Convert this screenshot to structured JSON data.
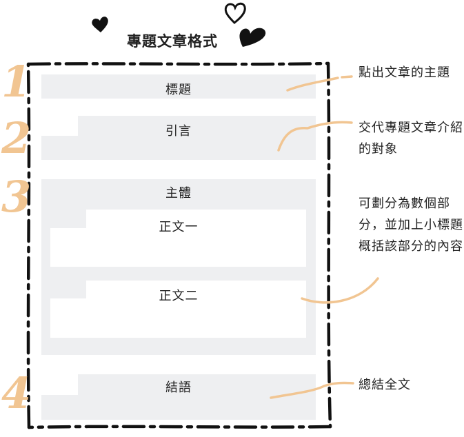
{
  "title": "專題文章格式",
  "colors": {
    "panel": "#eeeff1",
    "accent": "#f1c592",
    "ink": "#222222"
  },
  "icons": [
    "heart-icon",
    "heart-outline-icon",
    "heart-icon"
  ],
  "steps": [
    "1",
    "2",
    "3",
    "4"
  ],
  "sections": {
    "heading": "標題",
    "intro": "引言",
    "body": "主體",
    "body_part1": "正文一",
    "body_part2": "正文二",
    "conclusion": "結語"
  },
  "notes": {
    "heading": "點出文章的主題",
    "intro": "交代專題文章介紹的對象",
    "body": "可劃分為數個部分，並加上小標題概括該部分的內容",
    "conclusion": "總結全文"
  }
}
